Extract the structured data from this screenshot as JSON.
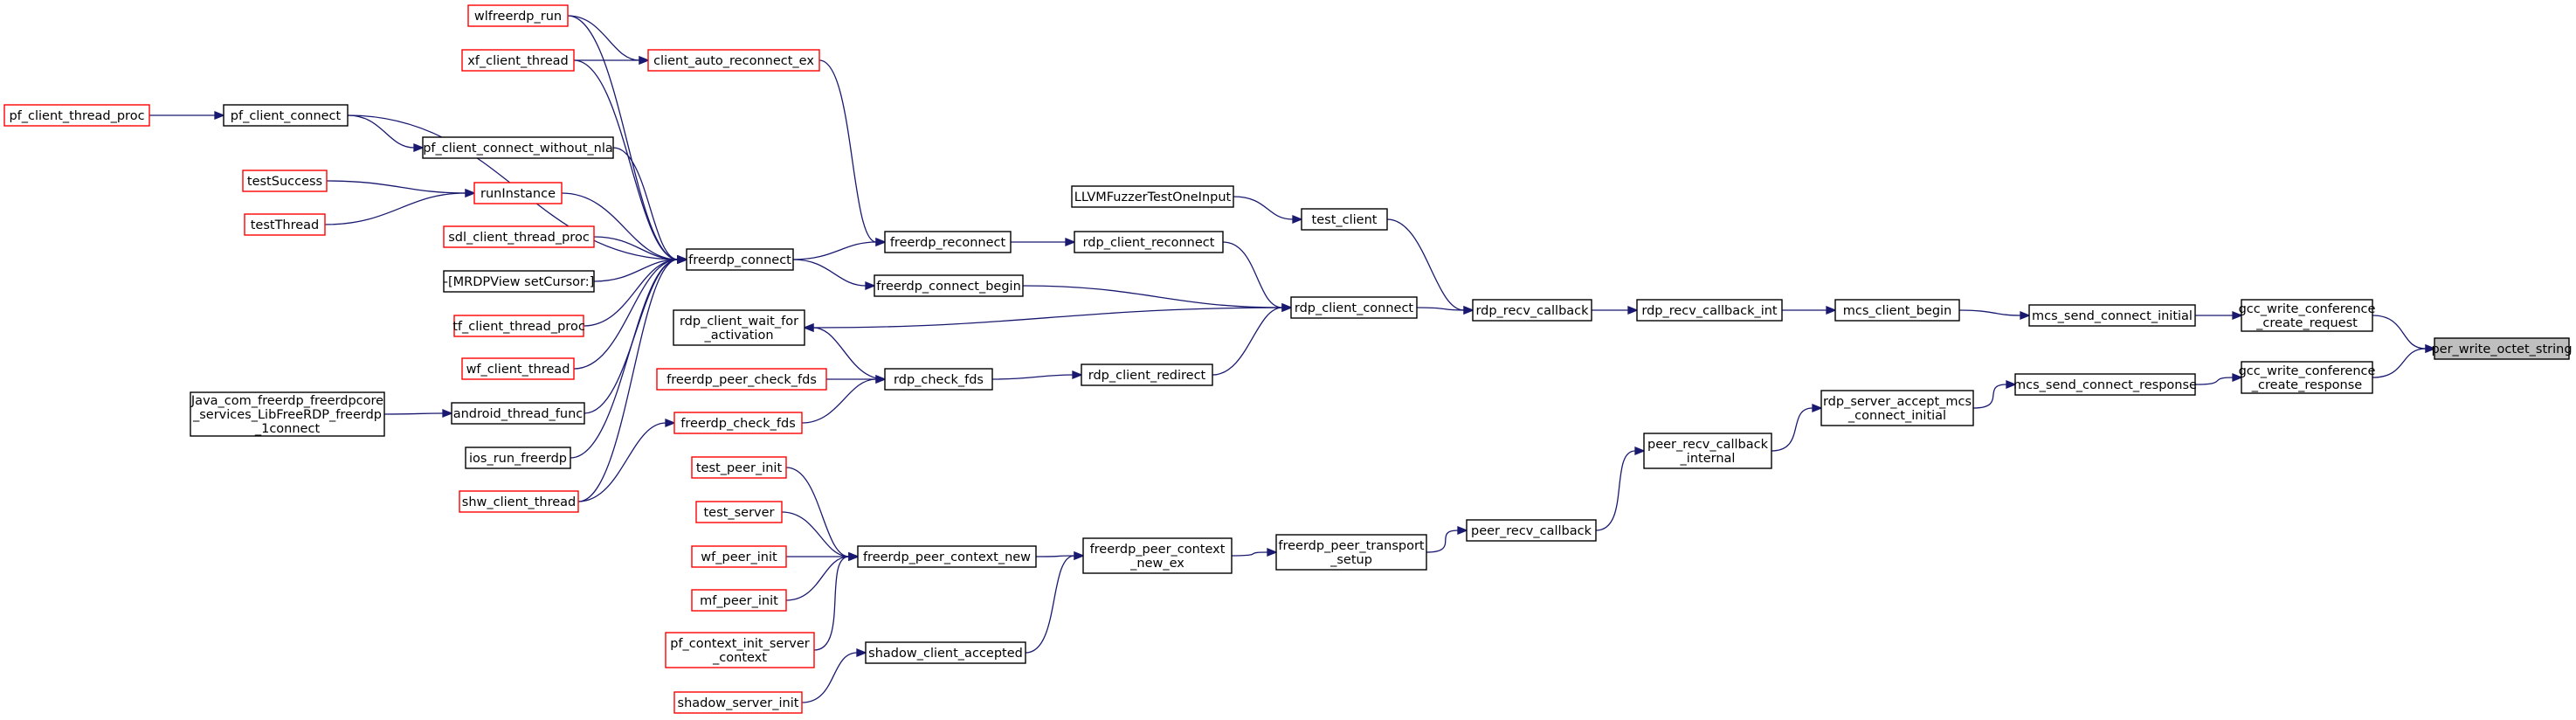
{
  "diagram": {
    "colors": {
      "edge": "#191970",
      "black_border": "#000000",
      "red_border": "#ff0000",
      "root_fill": "#bfbfbf"
    },
    "nodes": [
      {
        "id": "per_write_octet_string",
        "lines": [
          "per_write_octet_string"
        ],
        "style": "root"
      },
      {
        "id": "gcc_write_conference_create_request",
        "lines": [
          "gcc_write_conference",
          "_create_request"
        ],
        "style": "black"
      },
      {
        "id": "gcc_write_conference_create_response",
        "lines": [
          "gcc_write_conference",
          "_create_response"
        ],
        "style": "black"
      },
      {
        "id": "mcs_send_connect_initial",
        "lines": [
          "mcs_send_connect_initial"
        ],
        "style": "black"
      },
      {
        "id": "mcs_send_connect_response",
        "lines": [
          "mcs_send_connect_response"
        ],
        "style": "black"
      },
      {
        "id": "mcs_client_begin",
        "lines": [
          "mcs_client_begin"
        ],
        "style": "black"
      },
      {
        "id": "rdp_server_accept_mcs_connect_initial",
        "lines": [
          "rdp_server_accept_mcs",
          "_connect_initial"
        ],
        "style": "black"
      },
      {
        "id": "rdp_recv_callback_int",
        "lines": [
          "rdp_recv_callback_int"
        ],
        "style": "black"
      },
      {
        "id": "peer_recv_callback_internal",
        "lines": [
          "peer_recv_callback",
          "_internal"
        ],
        "style": "black"
      },
      {
        "id": "rdp_recv_callback",
        "lines": [
          "rdp_recv_callback"
        ],
        "style": "black"
      },
      {
        "id": "peer_recv_callback",
        "lines": [
          "peer_recv_callback"
        ],
        "style": "black"
      },
      {
        "id": "test_client",
        "lines": [
          "test_client"
        ],
        "style": "black"
      },
      {
        "id": "rdp_client_connect",
        "lines": [
          "rdp_client_connect"
        ],
        "style": "black"
      },
      {
        "id": "freerdp_peer_transport_setup",
        "lines": [
          "freerdp_peer_transport",
          "_setup"
        ],
        "style": "black"
      },
      {
        "id": "LLVMFuzzerTestOneInput",
        "lines": [
          "LLVMFuzzerTestOneInput"
        ],
        "style": "black"
      },
      {
        "id": "rdp_client_reconnect",
        "lines": [
          "rdp_client_reconnect"
        ],
        "style": "black"
      },
      {
        "id": "rdp_client_redirect",
        "lines": [
          "rdp_client_redirect"
        ],
        "style": "black"
      },
      {
        "id": "freerdp_peer_context_new_ex",
        "lines": [
          "freerdp_peer_context",
          "_new_ex"
        ],
        "style": "black"
      },
      {
        "id": "freerdp_reconnect",
        "lines": [
          "freerdp_reconnect"
        ],
        "style": "black"
      },
      {
        "id": "freerdp_connect_begin",
        "lines": [
          "freerdp_connect_begin"
        ],
        "style": "black"
      },
      {
        "id": "rdp_check_fds",
        "lines": [
          "rdp_check_fds"
        ],
        "style": "black"
      },
      {
        "id": "freerdp_peer_context_new",
        "lines": [
          "freerdp_peer_context_new"
        ],
        "style": "black"
      },
      {
        "id": "shadow_client_accepted",
        "lines": [
          "shadow_client_accepted"
        ],
        "style": "black"
      },
      {
        "id": "client_auto_reconnect_ex",
        "lines": [
          "client_auto_reconnect_ex"
        ],
        "style": "red"
      },
      {
        "id": "freerdp_connect",
        "lines": [
          "freerdp_connect"
        ],
        "style": "black"
      },
      {
        "id": "rdp_client_wait_for_activation",
        "lines": [
          "rdp_client_wait_for",
          "_activation"
        ],
        "style": "black"
      },
      {
        "id": "freerdp_peer_check_fds",
        "lines": [
          "freerdp_peer_check_fds"
        ],
        "style": "red"
      },
      {
        "id": "freerdp_check_fds",
        "lines": [
          "freerdp_check_fds"
        ],
        "style": "red"
      },
      {
        "id": "test_peer_init",
        "lines": [
          "test_peer_init"
        ],
        "style": "red"
      },
      {
        "id": "test_server",
        "lines": [
          "test_server"
        ],
        "style": "red"
      },
      {
        "id": "wf_peer_init",
        "lines": [
          "wf_peer_init"
        ],
        "style": "red"
      },
      {
        "id": "mf_peer_init",
        "lines": [
          "mf_peer_init"
        ],
        "style": "red"
      },
      {
        "id": "pf_context_init_server_context",
        "lines": [
          "pf_context_init_server",
          "_context"
        ],
        "style": "red"
      },
      {
        "id": "shadow_server_init",
        "lines": [
          "shadow_server_init"
        ],
        "style": "red"
      },
      {
        "id": "wlfreerdp_run",
        "lines": [
          "wlfreerdp_run"
        ],
        "style": "red"
      },
      {
        "id": "xf_client_thread",
        "lines": [
          "xf_client_thread"
        ],
        "style": "red"
      },
      {
        "id": "pf_client_connect",
        "lines": [
          "pf_client_connect"
        ],
        "style": "black"
      },
      {
        "id": "pf_client_connect_without_nla",
        "lines": [
          "pf_client_connect_without_nla"
        ],
        "style": "black"
      },
      {
        "id": "runInstance",
        "lines": [
          "runInstance"
        ],
        "style": "red"
      },
      {
        "id": "sdl_client_thread_proc",
        "lines": [
          "sdl_client_thread_proc"
        ],
        "style": "red"
      },
      {
        "id": "MRDPView_setCursor",
        "lines": [
          "-[MRDPView setCursor:]"
        ],
        "style": "black"
      },
      {
        "id": "tf_client_thread_proc",
        "lines": [
          "tf_client_thread_proc"
        ],
        "style": "red"
      },
      {
        "id": "wf_client_thread",
        "lines": [
          "wf_client_thread"
        ],
        "style": "red"
      },
      {
        "id": "android_thread_func",
        "lines": [
          "android_thread_func"
        ],
        "style": "black"
      },
      {
        "id": "ios_run_freerdp",
        "lines": [
          "ios_run_freerdp"
        ],
        "style": "black"
      },
      {
        "id": "shw_client_thread",
        "lines": [
          "shw_client_thread"
        ],
        "style": "red"
      },
      {
        "id": "pf_client_thread_proc",
        "lines": [
          "pf_client_thread_proc"
        ],
        "style": "red"
      },
      {
        "id": "testSuccess",
        "lines": [
          "testSuccess"
        ],
        "style": "red"
      },
      {
        "id": "testThread",
        "lines": [
          "testThread"
        ],
        "style": "red"
      },
      {
        "id": "Java_com_freerdp_freerdpcore_services_LibFreeRDP_freerdp_1connect",
        "lines": [
          "Java_com_freerdp_freerdpcore",
          "_services_LibFreeRDP_freerdp",
          "_1connect"
        ],
        "style": "black"
      }
    ],
    "edges": [
      [
        "gcc_write_conference_create_request",
        "per_write_octet_string"
      ],
      [
        "gcc_write_conference_create_response",
        "per_write_octet_string"
      ],
      [
        "mcs_send_connect_initial",
        "gcc_write_conference_create_request"
      ],
      [
        "mcs_send_connect_response",
        "gcc_write_conference_create_response"
      ],
      [
        "mcs_client_begin",
        "mcs_send_connect_initial"
      ],
      [
        "rdp_server_accept_mcs_connect_initial",
        "mcs_send_connect_response"
      ],
      [
        "rdp_recv_callback_int",
        "mcs_client_begin"
      ],
      [
        "peer_recv_callback_internal",
        "rdp_server_accept_mcs_connect_initial"
      ],
      [
        "rdp_recv_callback",
        "rdp_recv_callback_int"
      ],
      [
        "peer_recv_callback",
        "peer_recv_callback_internal"
      ],
      [
        "test_client",
        "rdp_recv_callback"
      ],
      [
        "rdp_client_connect",
        "rdp_recv_callback"
      ],
      [
        "freerdp_peer_transport_setup",
        "peer_recv_callback"
      ],
      [
        "LLVMFuzzerTestOneInput",
        "test_client"
      ],
      [
        "rdp_client_reconnect",
        "rdp_client_connect"
      ],
      [
        "rdp_client_redirect",
        "rdp_client_connect"
      ],
      [
        "freerdp_connect_begin",
        "rdp_client_connect"
      ],
      [
        "rdp_client_connect",
        "rdp_client_wait_for_activation"
      ],
      [
        "freerdp_peer_context_new_ex",
        "freerdp_peer_transport_setup"
      ],
      [
        "freerdp_reconnect",
        "rdp_client_reconnect"
      ],
      [
        "rdp_check_fds",
        "rdp_client_redirect"
      ],
      [
        "freerdp_peer_context_new",
        "freerdp_peer_context_new_ex"
      ],
      [
        "shadow_client_accepted",
        "freerdp_peer_context_new_ex"
      ],
      [
        "client_auto_reconnect_ex",
        "freerdp_reconnect"
      ],
      [
        "freerdp_connect",
        "freerdp_reconnect"
      ],
      [
        "freerdp_connect",
        "freerdp_connect_begin"
      ],
      [
        "rdp_check_fds",
        "rdp_client_wait_for_activation"
      ],
      [
        "freerdp_peer_check_fds",
        "rdp_check_fds"
      ],
      [
        "freerdp_check_fds",
        "rdp_check_fds"
      ],
      [
        "test_peer_init",
        "freerdp_peer_context_new"
      ],
      [
        "test_server",
        "freerdp_peer_context_new"
      ],
      [
        "wf_peer_init",
        "freerdp_peer_context_new"
      ],
      [
        "mf_peer_init",
        "freerdp_peer_context_new"
      ],
      [
        "pf_context_init_server_context",
        "freerdp_peer_context_new"
      ],
      [
        "shadow_server_init",
        "shadow_client_accepted"
      ],
      [
        "wlfreerdp_run",
        "client_auto_reconnect_ex"
      ],
      [
        "xf_client_thread",
        "client_auto_reconnect_ex"
      ],
      [
        "wlfreerdp_run",
        "freerdp_connect"
      ],
      [
        "xf_client_thread",
        "freerdp_connect"
      ],
      [
        "pf_client_connect",
        "freerdp_connect"
      ],
      [
        "pf_client_connect_without_nla",
        "freerdp_connect"
      ],
      [
        "runInstance",
        "freerdp_connect"
      ],
      [
        "sdl_client_thread_proc",
        "freerdp_connect"
      ],
      [
        "MRDPView_setCursor",
        "freerdp_connect"
      ],
      [
        "tf_client_thread_proc",
        "freerdp_connect"
      ],
      [
        "wf_client_thread",
        "freerdp_connect"
      ],
      [
        "android_thread_func",
        "freerdp_connect"
      ],
      [
        "ios_run_freerdp",
        "freerdp_connect"
      ],
      [
        "shw_client_thread",
        "freerdp_connect"
      ],
      [
        "shw_client_thread",
        "freerdp_check_fds"
      ],
      [
        "pf_client_thread_proc",
        "pf_client_connect"
      ],
      [
        "pf_client_connect",
        "pf_client_connect_without_nla"
      ],
      [
        "testSuccess",
        "runInstance"
      ],
      [
        "testThread",
        "runInstance"
      ],
      [
        "Java_com_freerdp_freerdpcore_services_LibFreeRDP_freerdp_1connect",
        "android_thread_func"
      ]
    ]
  }
}
